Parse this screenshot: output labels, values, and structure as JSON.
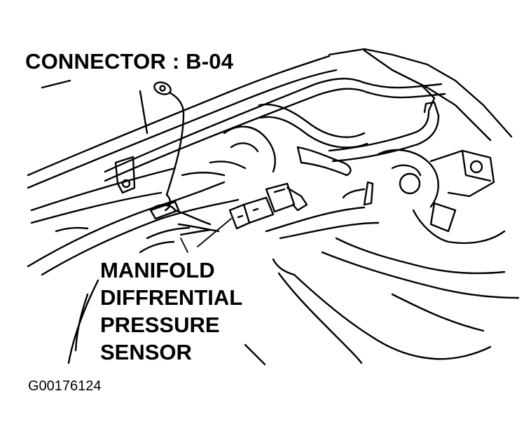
{
  "labels": {
    "connector": "CONNECTOR : B-04",
    "part_lines": [
      "MANIFOLD",
      "DIFFRENTIAL",
      "PRESSURE",
      "SENSOR"
    ],
    "figure_id": "G00176124"
  },
  "colors": {
    "ink": "#000000",
    "background": "#ffffff"
  }
}
